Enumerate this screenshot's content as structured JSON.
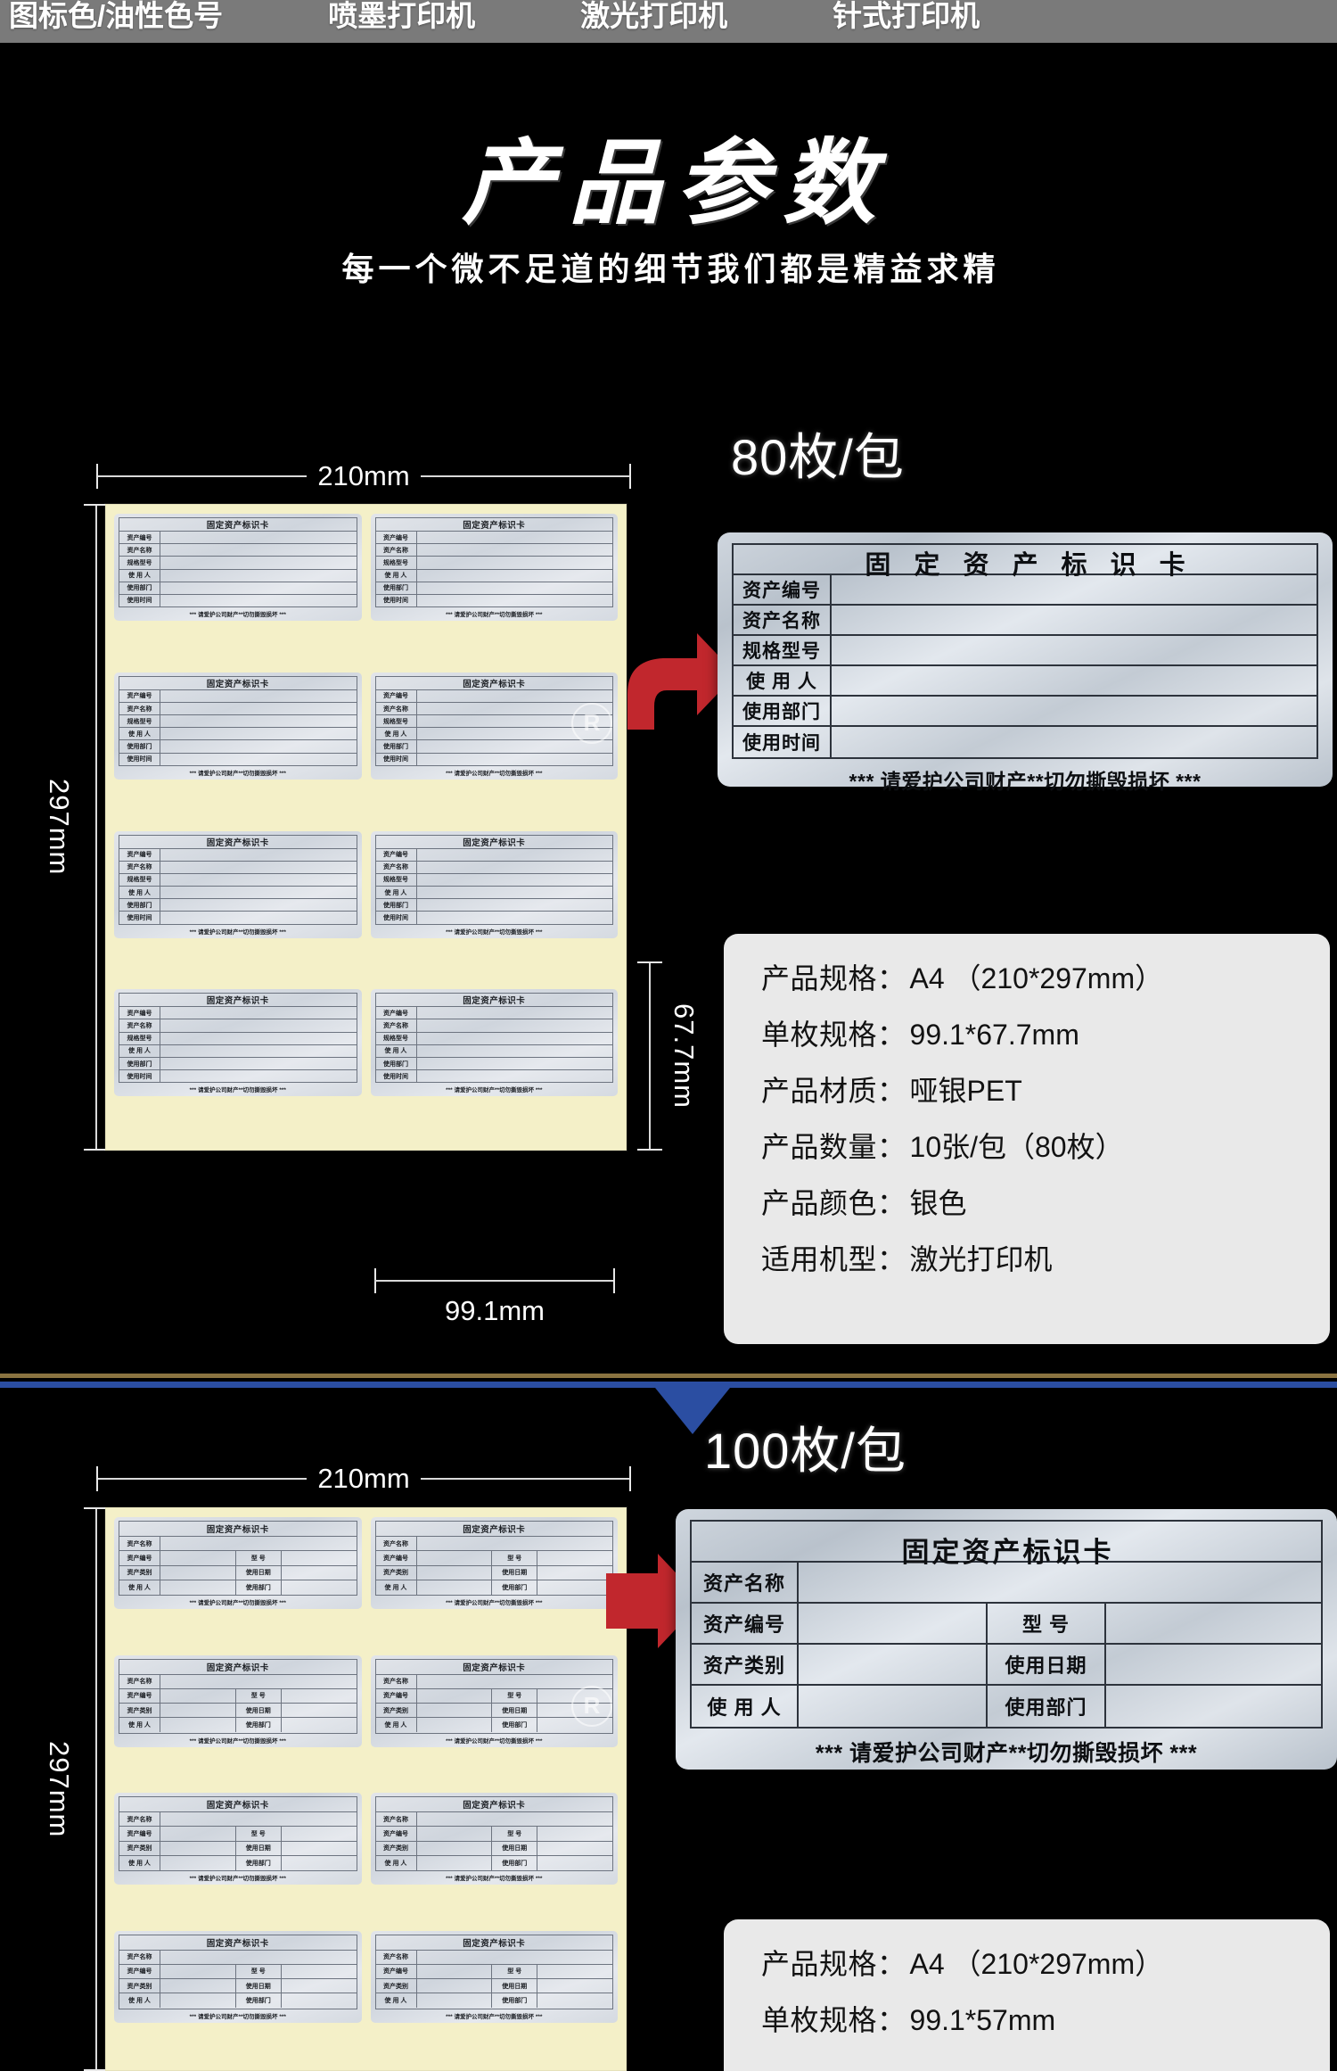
{
  "topbar": {
    "items": [
      "图标色/油性色号",
      "喷墨打印机",
      "激光打印机",
      "针式打印机"
    ]
  },
  "heading": {
    "title": "产品参数",
    "subtitle": "每一个微不足道的细节我们都是精益求精"
  },
  "section1": {
    "pack_badge": "80枚/包",
    "dim_width": "210mm",
    "dim_height": "297mm",
    "dim_label_width": "99.1mm",
    "dim_label_height": "67.7mm",
    "card": {
      "title": "固 定 资 产 标 识 卡",
      "rows": [
        "资产编号",
        "资产名称",
        "规格型号",
        "使 用 人",
        "使用部门",
        "使用时间"
      ],
      "footer": "*** 请爱护公司财产**切勿撕毁损坏 ***"
    },
    "sheet_mini": {
      "title": "固定资产标识卡",
      "rows": [
        "资产编号",
        "资产名称",
        "规格型号",
        "使 用 人",
        "使用部门",
        "使用时间"
      ],
      "footer": "*** 请爱护公司财产**切勿撕毁损坏 ***",
      "watermark": "R"
    },
    "specs": [
      {
        "key": "产品规格：",
        "value": "A4 （210*297mm）"
      },
      {
        "key": "单枚规格：",
        "value": "99.1*67.7mm"
      },
      {
        "key": "产品材质：",
        "value": "哑银PET"
      },
      {
        "key": "产品数量：",
        "value": "10张/包（80枚）"
      },
      {
        "key": "产品颜色：",
        "value": "银色"
      },
      {
        "key": "适用机型：",
        "value": "激光打印机"
      }
    ]
  },
  "section2": {
    "pack_badge": "100枚/包",
    "dim_width": "210mm",
    "dim_height": "297mm",
    "card": {
      "title": "固定资产标识卡",
      "row_full": "资产名称",
      "rows": [
        {
          "left": "资产编号",
          "mid": "型  号"
        },
        {
          "left": "资产类别",
          "mid": "使用日期"
        },
        {
          "left": "使 用 人",
          "mid": "使用部门"
        }
      ],
      "footer": "*** 请爱护公司财产**切勿撕毁损坏 ***"
    },
    "sheet_mini": {
      "title": "固定资产标识卡",
      "row_full": "资产名称",
      "rows": [
        {
          "left": "资产编号",
          "mid": "型  号"
        },
        {
          "left": "资产类别",
          "mid": "使用日期"
        },
        {
          "left": "使 用 人",
          "mid": "使用部门"
        }
      ],
      "footer": "*** 请爱护公司财产**切勿撕毁损坏 ***",
      "watermark": "R"
    },
    "specs": [
      {
        "key": "产品规格：",
        "value": "A4 （210*297mm）"
      },
      {
        "key": "单枚规格：",
        "value": "99.1*57mm"
      }
    ]
  },
  "colors": {
    "background": "#000000",
    "topbar": "#7a7a7a",
    "sheet_paper": "#f4f0c8",
    "arrow_red": "#c1272d",
    "divider_gold": "#8a7340",
    "divider_blue": "#2b4ea2",
    "spec_panel": "#e9e9e9"
  }
}
